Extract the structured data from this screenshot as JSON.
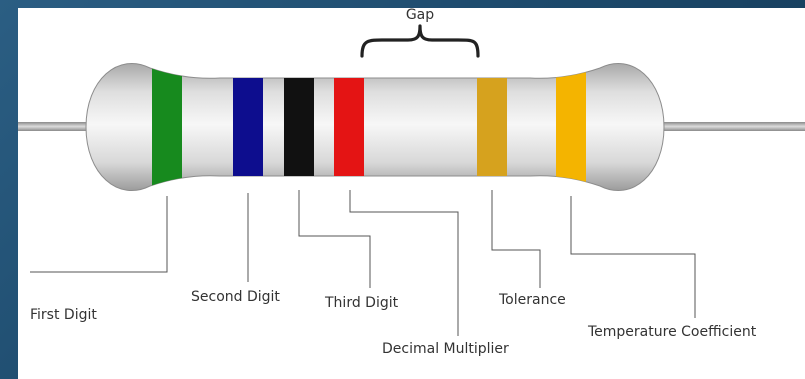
{
  "labels": {
    "gap": "Gap",
    "first_digit": "First Digit",
    "second_digit": "Second Digit",
    "third_digit": "Third Digit",
    "decimal_multiplier": "Decimal Multiplier",
    "tolerance": "Tolerance",
    "temperature_coefficient": "Temperature Coefficient"
  },
  "bands": {
    "first_digit_color": "#178a1e",
    "second_digit_color": "#0d0d8e",
    "third_digit_color": "#111111",
    "multiplier_color": "#e41414",
    "tolerance_color": "#d6a21e",
    "tempco_color": "#f4b400"
  }
}
